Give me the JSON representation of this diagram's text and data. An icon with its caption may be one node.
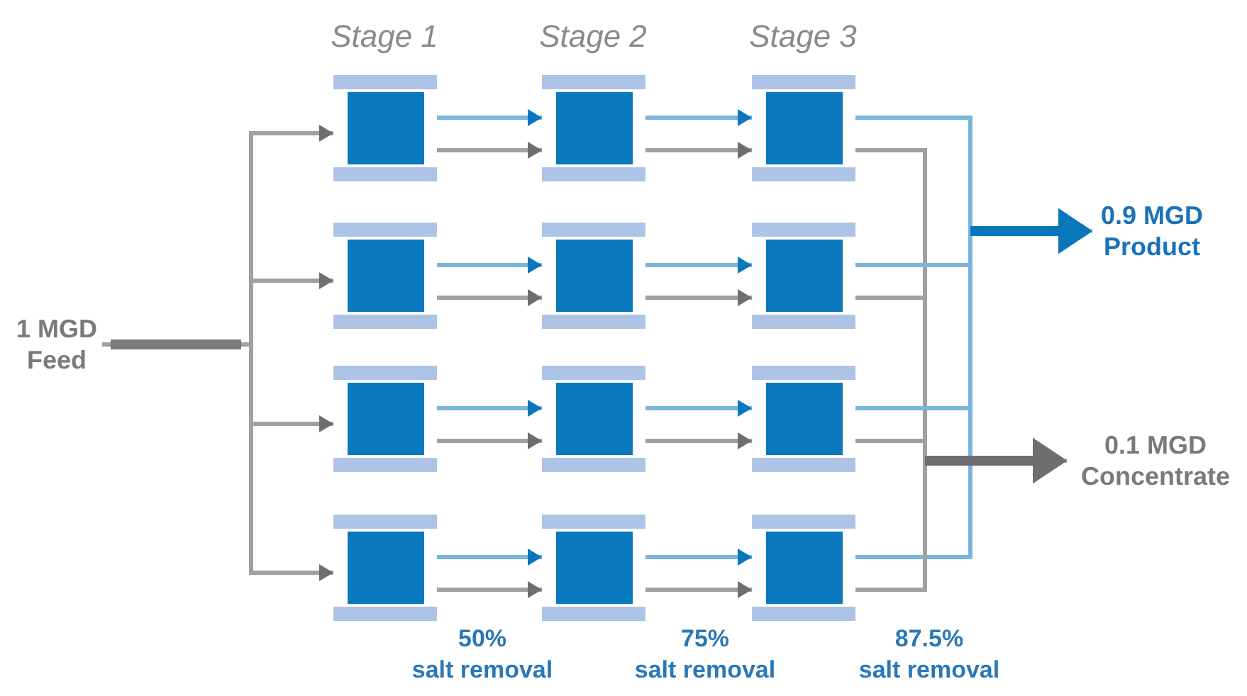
{
  "diagram": {
    "nodes": [
      {
        "text": [
          "1 MGD Feed"
        ]
      },
      {
        "text": [],
        "shape": "box"
      },
      {
        "text": [],
        "shape": "box"
      },
      {
        "text": [],
        "shape": "box"
      },
      {
        "text": [],
        "shape": "box"
      },
      {
        "text": [],
        "shape": "box"
      },
      {
        "text": [],
        "shape": "box"
      },
      {
        "text": [],
        "shape": "box"
      },
      {
        "text": [],
        "shape": "box"
      },
      {
        "text": [],
        "shape": "box"
      },
      {
        "text": [],
        "shape": "box"
      },
      {
        "text": [],
        "shape": "box"
      },
      {
        "text": [],
        "shape": "box"
      },
      {
        "text": [
          "0.9 MGD Product"
        ]
      },
      {
        "text": [
          "0.1 MGD Concentrate"
        ]
      }
    ],
    "edges": [
      {
        "from": 0,
        "to": 1,
        "arrow": "to"
      },
      {
        "from": 0,
        "to": 4,
        "arrow": "to"
      },
      {
        "from": 0,
        "to": 7,
        "arrow": "to"
      },
      {
        "from": 0,
        "to": 10,
        "arrow": "to"
      },
      {
        "from": 1,
        "to": 2,
        "arrow": "to",
        "color": "#7ab6dc"
      },
      {
        "from": 1,
        "to": 2,
        "arrow": "to"
      },
      {
        "from": 2,
        "to": 3,
        "arrow": "to",
        "color": "#7ab6dc"
      },
      {
        "from": 2,
        "to": 3,
        "arrow": "to"
      },
      {
        "from": 4,
        "to": 5,
        "arrow": "to",
        "color": "#7ab6dc"
      },
      {
        "from": 4,
        "to": 5,
        "arrow": "to"
      },
      {
        "from": 5,
        "to": 6,
        "arrow": "to",
        "color": "#7ab6dc"
      },
      {
        "from": 5,
        "to": 6,
        "arrow": "to"
      },
      {
        "from": 7,
        "to": 8,
        "arrow": "to",
        "color": "#7ab6dc"
      },
      {
        "from": 7,
        "to": 8,
        "arrow": "to"
      },
      {
        "from": 8,
        "to": 9,
        "arrow": "to",
        "color": "#7ab6dc"
      },
      {
        "from": 8,
        "to": 9,
        "arrow": "to"
      },
      {
        "from": 10,
        "to": 11,
        "arrow": "to",
        "color": "#7ab6dc"
      },
      {
        "from": 10,
        "to": 11,
        "arrow": "to"
      },
      {
        "from": 11,
        "to": 12,
        "arrow": "to",
        "color": "#7ab6dc"
      },
      {
        "from": 11,
        "to": 12,
        "arrow": "to"
      },
      {
        "from": 3,
        "to": 13,
        "arrow": "to",
        "color": "#7ab6dc"
      },
      {
        "from": 3,
        "to": 14,
        "arrow": "to"
      },
      {
        "from": 6,
        "to": 13,
        "arrow": "to",
        "color": "#7ab6dc"
      },
      {
        "from": 6,
        "to": 14,
        "arrow": "to"
      },
      {
        "from": 9,
        "to": 13,
        "arrow": "to",
        "color": "#7ab6dc"
      },
      {
        "from": 9,
        "to": 14,
        "arrow": "to"
      },
      {
        "from": 12,
        "to": 13,
        "arrow": "to",
        "color": "#7ab6dc"
      },
      {
        "from": 12,
        "to": 14,
        "arrow": "to"
      }
    ],
    "labels": [
      "Stage 1",
      "Stage 2",
      "Stage 3",
      "50%",
      "salt removal",
      "75%",
      "salt removal",
      "87.5%",
      "salt removal"
    ]
  }
}
